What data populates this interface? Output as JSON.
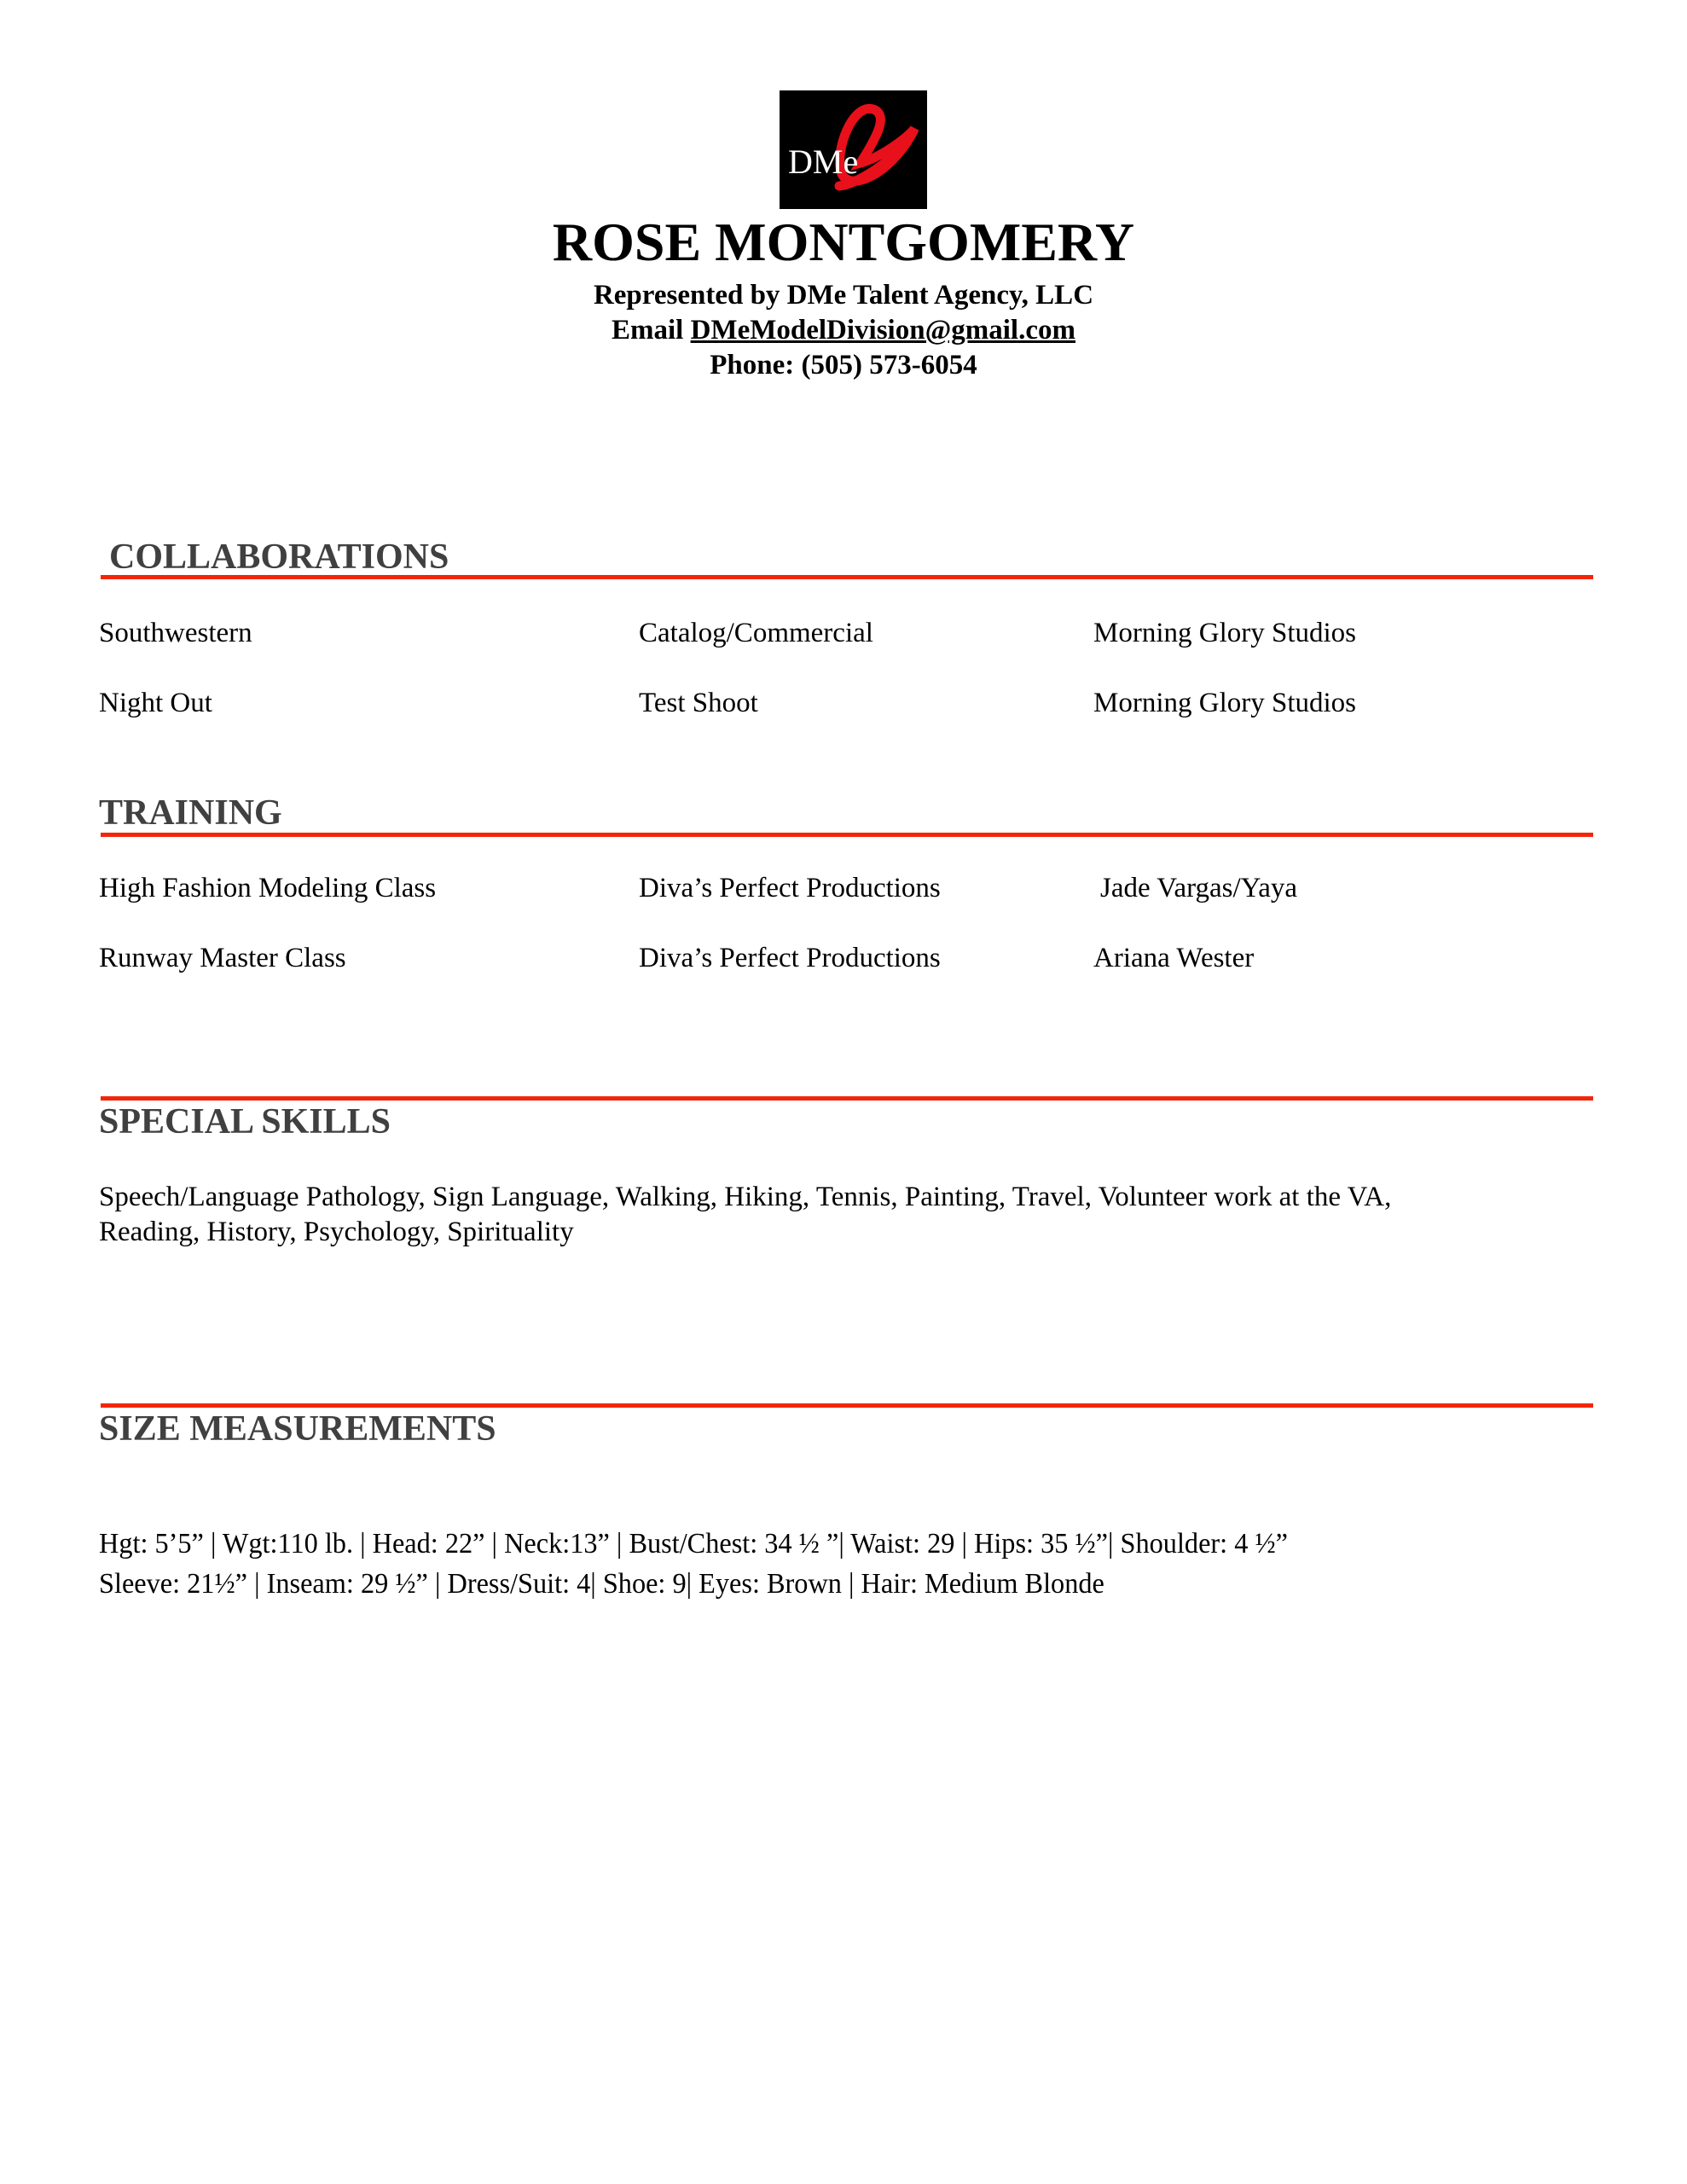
{
  "header": {
    "logo_text": "DMe",
    "name": "ROSE MONTGOMERY",
    "represented_by": "Represented by DMe Talent Agency, LLC",
    "email_label": "Email",
    "email": "DMeModelDivision@gmail.com",
    "phone": "Phone: (505) 573-6054"
  },
  "collaborations": {
    "title": "COLLABORATIONS",
    "rows": [
      [
        "Southwestern",
        "Catalog/Commercial",
        "Morning Glory Studios"
      ],
      [
        "Night Out",
        "Test Shoot",
        "Morning Glory Studios"
      ]
    ]
  },
  "training": {
    "title": "TRAINING",
    "rows": [
      [
        "High Fashion Modeling Class",
        "Diva’s Perfect Productions",
        "Jade Vargas/Yaya"
      ],
      [
        "Runway Master Class",
        "Diva’s Perfect Productions",
        "Ariana Wester"
      ]
    ]
  },
  "special_skills": {
    "title": "SPECIAL SKILLS",
    "line1": "Speech/Language Pathology, Sign Language, Walking, Hiking, Tennis, Painting, Travel, Volunteer work at the VA,",
    "line2": "Reading, History, Psychology, Spirituality"
  },
  "size_measurements": {
    "title": "SIZE MEASUREMENTS",
    "line1": "Hgt: 5’5” | Wgt:110 lb. | Head: 22” | Neck:13” | Bust/Chest: 34 ½ ”| Waist: 29 | Hips: 35 ½”| Shoulder: 4 ½”",
    "line2": "Sleeve: 21½”  | Inseam: 29 ½”  | Dress/Suit: 4| Shoe: 9| Eyes: Brown | Hair: Medium Blonde"
  },
  "colors": {
    "accent": "#f2260c",
    "heading": "#404040"
  }
}
